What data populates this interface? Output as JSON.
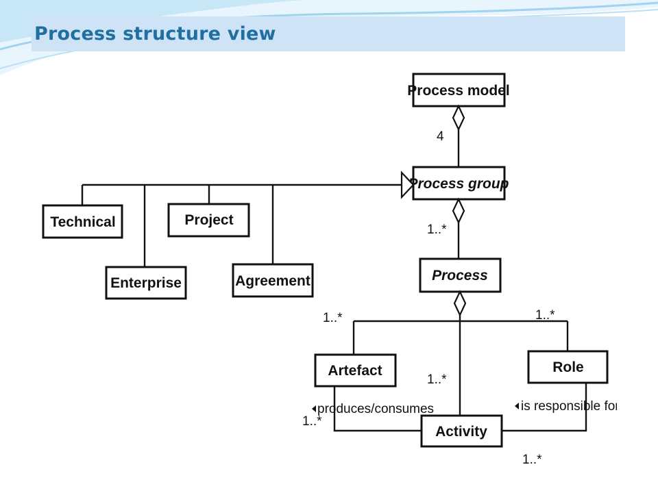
{
  "slide": {
    "title": "Process structure view"
  },
  "colors": {
    "title_text": "#1f6fa0",
    "title_bar": "#cfe3f7",
    "swoosh": "#9fd3ef"
  },
  "diagram": {
    "classes": {
      "process_model": "Process model",
      "process_group": "Process group",
      "technical": "Technical",
      "project": "Project",
      "enterprise": "Enterprise",
      "agreement": "Agreement",
      "process": "Process",
      "artefact": "Artefact",
      "role": "Role",
      "activity": "Activity"
    },
    "multiplicities": {
      "model_to_group": "4",
      "group_to_process": "1..*",
      "process_to_artefact": "1..*",
      "process_to_role": "1..*",
      "process_to_activity": "1..*",
      "activity_artefact": "1..*",
      "activity_role": "1..*"
    },
    "associations": {
      "produces_consumes": "produces/consumes",
      "is_responsible_for": "is responsible for"
    }
  }
}
